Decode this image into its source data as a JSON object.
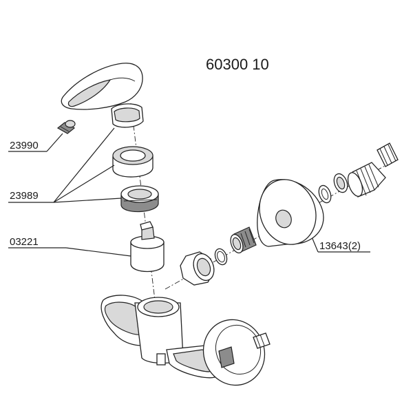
{
  "diagram": {
    "title": "60300 10",
    "parts": [
      {
        "id": "handle-screw",
        "label": "23990"
      },
      {
        "id": "cover-ring",
        "label": "23989"
      },
      {
        "id": "cartridge",
        "label": "03221"
      },
      {
        "id": "eccentric-rosette",
        "label": "13643(2)"
      }
    ]
  }
}
